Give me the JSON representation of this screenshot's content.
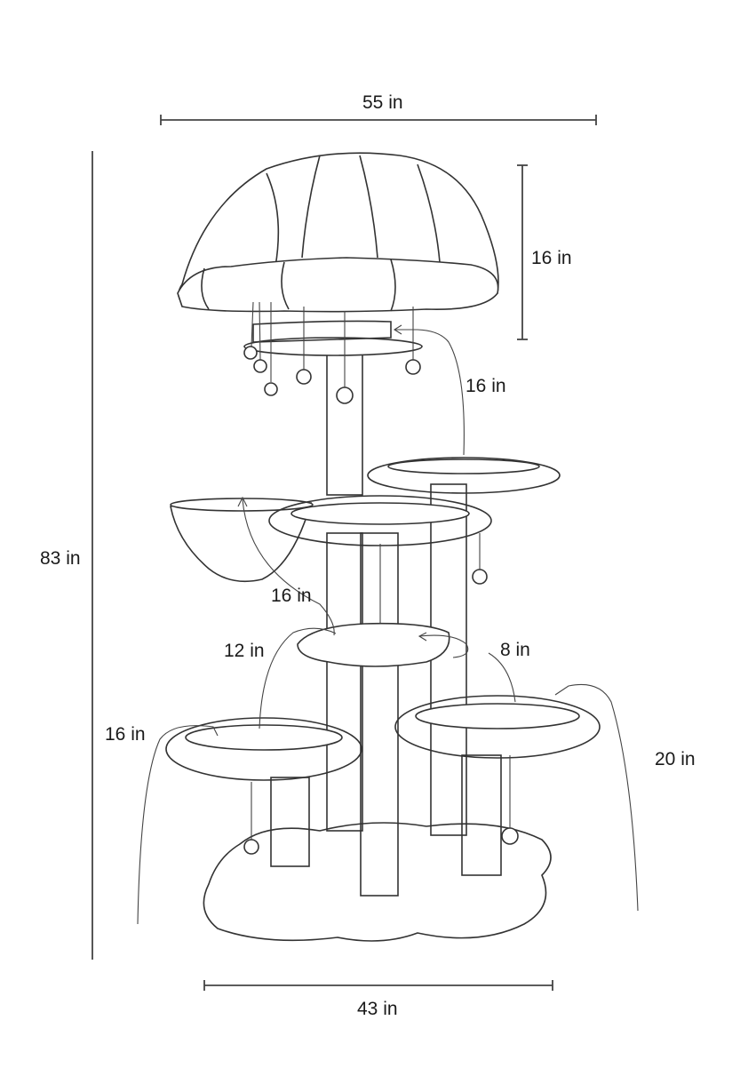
{
  "diagram": {
    "subject": "cat tree with mushroom canopy",
    "units": "in",
    "overall_dimensions": {
      "width_top": "55 in",
      "height_total": "83 in",
      "width_base": "43 in",
      "canopy_height": "16 in"
    },
    "level_spacing_labels": [
      {
        "id": "canopy-to-upper-right-perch",
        "label": "16 in"
      },
      {
        "id": "hammock-to-middle-platform",
        "label": "16 in"
      },
      {
        "id": "middle-platform-to-left-perch",
        "label": "12 in"
      },
      {
        "id": "middle-platform-to-right-perch",
        "label": "8 in"
      },
      {
        "id": "left-perch-to-base",
        "label": "16 in"
      },
      {
        "id": "right-perch-to-base",
        "label": "20 in"
      }
    ],
    "components": [
      "mushroom canopy bed",
      "hanging pom-pom toys",
      "sisal scratching posts",
      "hammock basket",
      "round plush perches",
      "middle oval platform",
      "plush base"
    ],
    "colors": {
      "line": "#333333",
      "background": "#ffffff",
      "text": "#1a1a1a"
    }
  }
}
